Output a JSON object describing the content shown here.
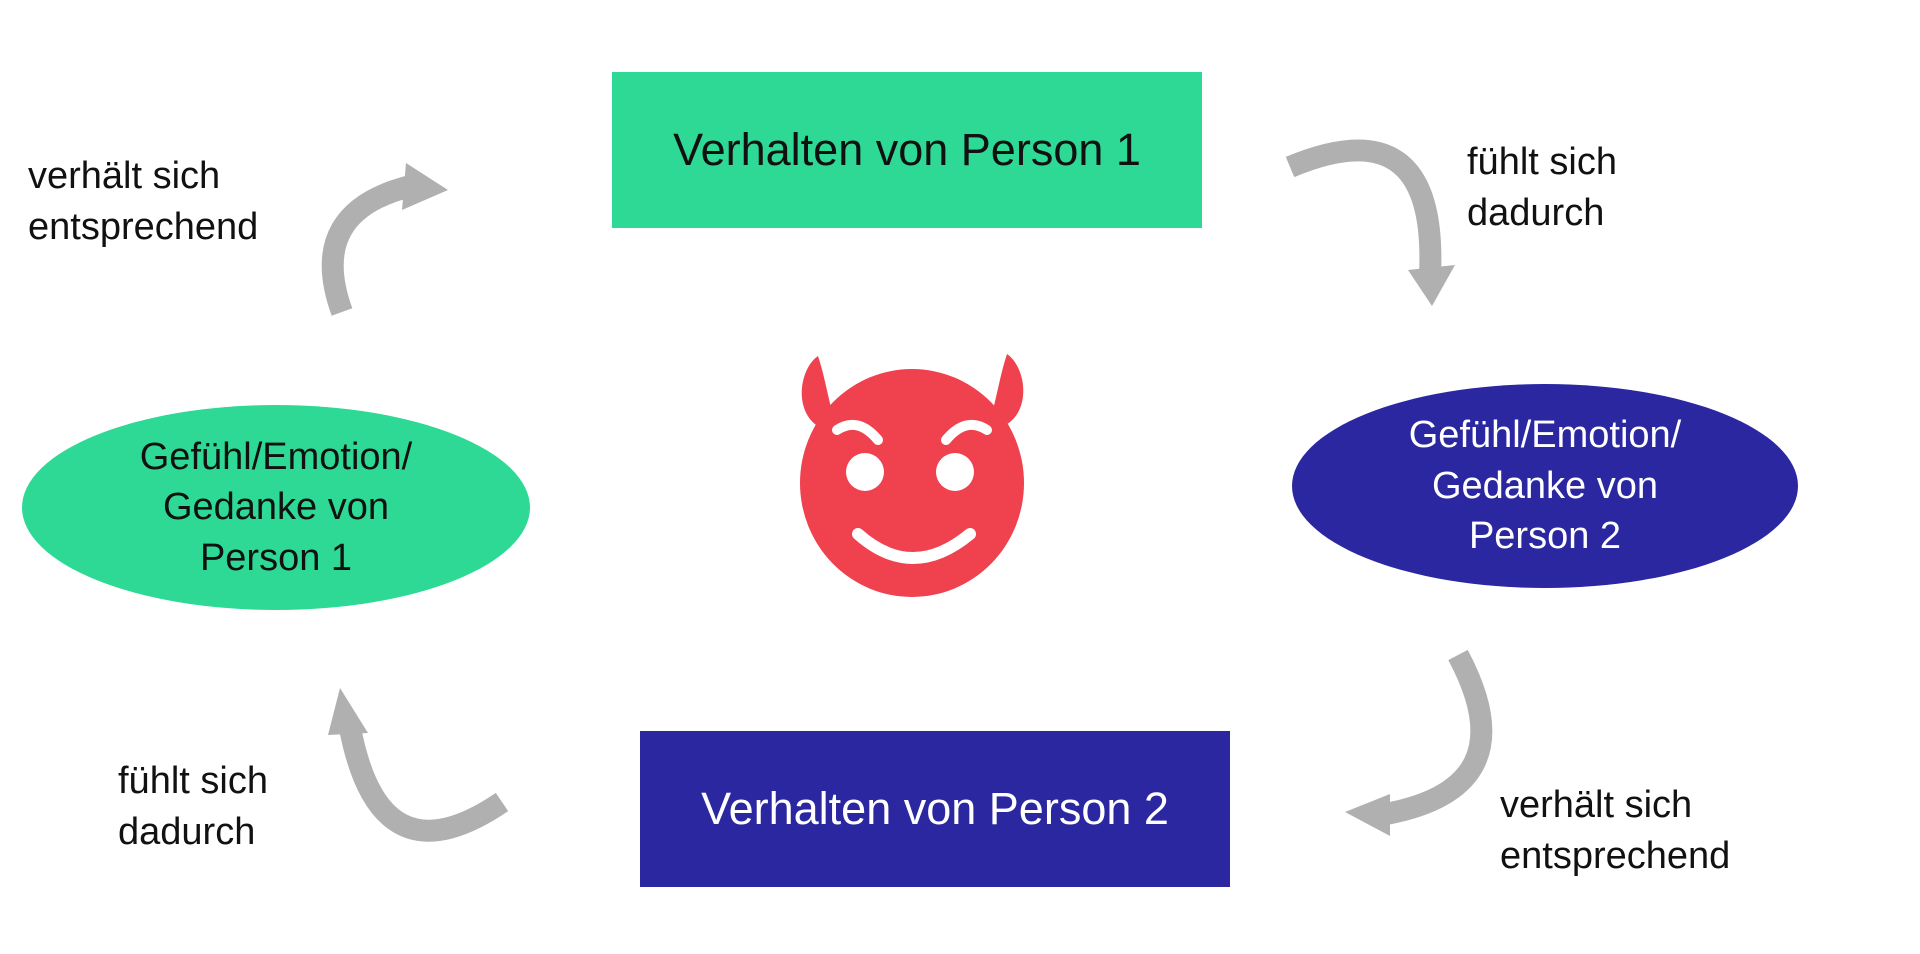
{
  "diagram": {
    "nodes": {
      "behavior_p1": "Verhalten von Person 1",
      "behavior_p2": "Verhalten von Person 2",
      "feeling_p1": "Gefühl/Emotion/\nGedanke von\nPerson 1",
      "feeling_p2": "Gefühl/Emotion/\nGedanke von\nPerson 2"
    },
    "edge_labels": {
      "top_left": "verhält sich\nentsprechend",
      "top_right": "fühlt sich\ndadurch",
      "bottom_left": "fühlt sich\ndadurch",
      "bottom_right": "verhält sich\nentsprechend"
    },
    "center_icon": "devil-smiley-icon"
  },
  "colors": {
    "green": "#2dd995",
    "blue": "#2b27a0",
    "arrow_gray": "#b0b0b0",
    "devil_red": "#f0414f"
  }
}
